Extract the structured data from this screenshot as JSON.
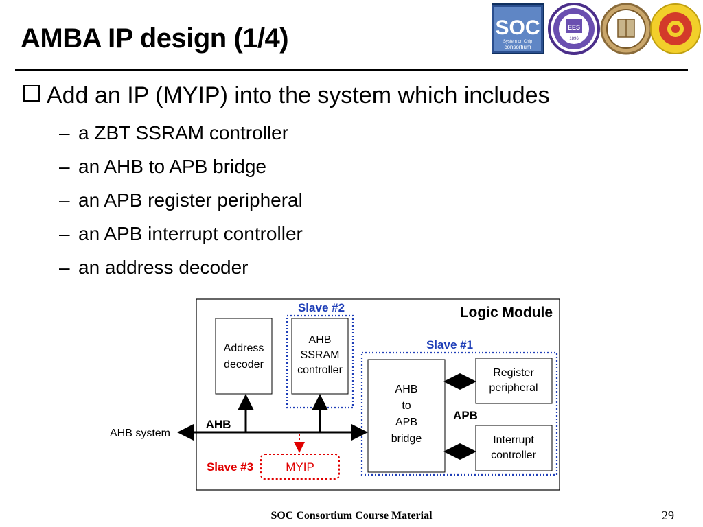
{
  "slide": {
    "title": "AMBA IP design (1/4)",
    "main_bullet": "Add an IP (MYIP) into the system which includes",
    "sub_bullets": [
      "a ZBT SSRAM controller",
      "an AHB to APB bridge",
      "an APB register peripheral",
      "an APB interrupt controller",
      "an address decoder"
    ],
    "footer": "SOC Consortium Course Material",
    "page_number": "29"
  },
  "logos": {
    "soc_text": "SOC",
    "soc_small_top": "System on Chip",
    "soc_small_bottom": "consortium",
    "ees_text": "EES",
    "ees_year": "1896"
  },
  "diagram": {
    "module_label": "Logic Module",
    "address_decoder": [
      "Address",
      "decoder"
    ],
    "ssram_controller": [
      "AHB",
      "SSRAM",
      "controller"
    ],
    "bridge": [
      "AHB",
      "to",
      "APB",
      "bridge"
    ],
    "register_peripheral": [
      "Register",
      "peripheral"
    ],
    "interrupt_controller": [
      "Interrupt",
      "controller"
    ],
    "myip": "MYIP",
    "slave1": "Slave #1",
    "slave2": "Slave #2",
    "slave3": "Slave #3",
    "ahb_label": "AHB",
    "apb_label": "APB",
    "ahb_system": "AHB system"
  },
  "colors": {
    "blue_label": "#1f3fb8",
    "red_label": "#e00000",
    "box_border": "#000000"
  }
}
